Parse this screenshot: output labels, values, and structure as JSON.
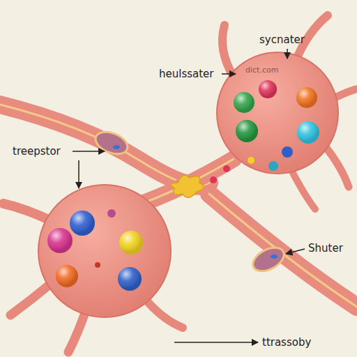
{
  "diagram": {
    "labels": [
      "sycnater",
      "heulssater",
      "treepstor",
      "Shuter",
      "ttrassoby",
      "dict.com"
    ]
  }
}
